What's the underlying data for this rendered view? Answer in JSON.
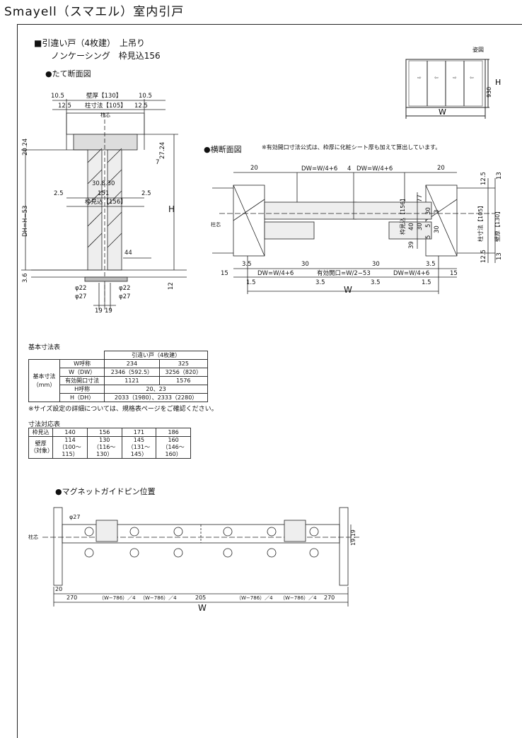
{
  "doc": {
    "title": "Smayell（スマエル）室内引戸",
    "heading1": "■引違い戸（4枚建）　上吊り",
    "heading2": "ノンケーシング　枠見込156",
    "vertical_section_label": "●たて断面図",
    "horizontal_section_label": "●横断面図",
    "horizontal_note": "※有効開口寸法公式は、枠厚に化粧シート厚も加えて算出しています。",
    "elevation_label": "姿図",
    "magnet_label": "●マグネットガイドピン位置"
  },
  "elevation": {
    "w": "W",
    "h": "H",
    "h930": "930"
  },
  "vertical": {
    "wall": "壁厚【130】",
    "pillar": "柱寸法【105】",
    "frame": "枠見込【156】",
    "core": "柱芯",
    "dh": "DH=H−53",
    "h": "H",
    "d105l": "10.5",
    "d105r": "10.5",
    "d125l": "12.5",
    "d125r": "12.5",
    "d2024": "20.24",
    "d2724": "27.24",
    "d7": "7",
    "d3083": "30.8.30",
    "d151": "151",
    "d25l": "2.5",
    "d25r": "2.5",
    "d44": "44",
    "d36": "3.6",
    "d12": "12",
    "p22l": "φ22",
    "p22r": "φ22",
    "p27l": "φ27",
    "p27r": "φ27",
    "d19l": "19",
    "d19r": "19"
  },
  "horizontal": {
    "d20l": "20",
    "d20r": "20",
    "dw1": "DW=W/4+6",
    "d4": "4",
    "dw2": "DW=W/4+6",
    "core": "柱芯",
    "frame": "枠見込【156】",
    "pillar": "柱寸法【105】",
    "wall": "壁厚【130】",
    "r125t": "12.5",
    "r13t": "13",
    "r125b": "12.5",
    "r13b": "13",
    "v77": "77",
    "v30a": "30",
    "v3": "3",
    "v40": "40",
    "v30b": "30",
    "v5": "5",
    "v30c": "30",
    "v5b": "5",
    "v39": "39",
    "b15l": "15",
    "b35l": "3.5",
    "b30l": "30",
    "bdw1": "DW=W/4+6",
    "beff": "有効開口=W/2−53",
    "bdw2": "DW=W/4+6",
    "b30r": "30",
    "b35r": "3.5",
    "b15r": "15",
    "s15": "1.5",
    "s35a": "3.5",
    "s35b": "3.5",
    "s15b": "1.5",
    "w": "W"
  },
  "table1": {
    "caption": "基本寸法表",
    "header": "引違い戸（4枚建）",
    "group": "基本寸法\n（mm）",
    "rows": [
      {
        "label": "W呼称",
        "c1": "234",
        "c2": "325"
      },
      {
        "label": "W（DW）",
        "c1": "2346（592.5）",
        "c2": "3256（820）"
      },
      {
        "label": "有効開口寸法",
        "c1": "1121",
        "c2": "1576"
      },
      {
        "label": "H呼称",
        "span": "20、23"
      },
      {
        "label": "H（DH）",
        "span": "2033（1980）、2333（2280）"
      }
    ],
    "note": "※サイズ設定の詳細については、規格表ページをご確認ください。"
  },
  "table2": {
    "caption": "寸法対応表",
    "row1": {
      "label": "枠見込",
      "values": [
        "140",
        "156",
        "171",
        "186"
      ]
    },
    "row2": {
      "label": "壁厚\n（対象）",
      "values": [
        "114\n（100～115）",
        "130\n（116～130）",
        "145\n（131～145）",
        "160\n（146～160）"
      ]
    }
  },
  "magnet": {
    "phi27": "φ27",
    "core": "柱芯",
    "d20": "20",
    "d1919": "19.19",
    "b270l": "270",
    "b786a": "（W−786）／4",
    "b786b": "（W−786）／4",
    "b205": "205",
    "b786c": "（W−786）／4",
    "b786d": "（W−786）／4",
    "b270r": "270",
    "w": "W"
  }
}
